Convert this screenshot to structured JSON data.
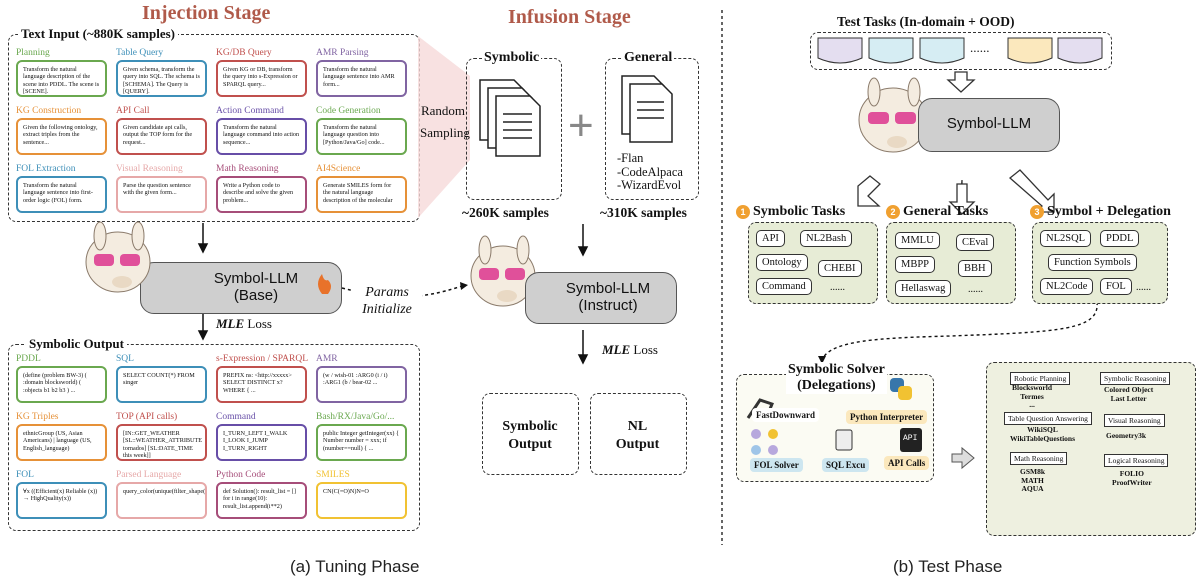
{
  "left": {
    "injection_title": "Injection Stage",
    "infusion_title": "Infusion Stage",
    "text_input_title": "Text Input (~880K samples)",
    "input_cards": [
      {
        "label": "Planning",
        "color": "#6aa84f",
        "text": "Transform the natural language description of the scene into PDDL. The scene is [SCENE]."
      },
      {
        "label": "Table Query",
        "color": "#3d8fb8",
        "text": "Given schema, transform the query into SQL. The schema is [SCHEMA]. The Query is [QUERY]."
      },
      {
        "label": "KG/DB Query",
        "color": "#c0504d",
        "text": "Given KG or DB, transform the query into s-Expression or SPARQL query..."
      },
      {
        "label": "AMR Parsing",
        "color": "#8064a2",
        "text": "Transform the natural language sentence into AMR form..."
      },
      {
        "label": "KG Construction",
        "color": "#e69138",
        "text": "Given the following ontology, extract triples from the sentence..."
      },
      {
        "label": "API Call",
        "color": "#c0504d",
        "text": "Given candidate api calls, output the TOP form for the request..."
      },
      {
        "label": "Action Command",
        "color": "#674ea7",
        "text": "Transform the natural language command into action sequence..."
      },
      {
        "label": "Code Generation",
        "color": "#6aa84f",
        "text": "Transform the natural language question into [Python/Java/Go] code..."
      },
      {
        "label": "FOL Extraction",
        "color": "#3d8fb8",
        "text": "Transform the natural language sentence into first-order logic (FOL) form."
      },
      {
        "label": "Visual Reasoning",
        "color": "#e6a8a8",
        "text": "Parse the question sentence with the given form..."
      },
      {
        "label": "Math Reasoning",
        "color": "#a64d79",
        "text": "Write a Python code to describe and solve the given problem..."
      },
      {
        "label": "AI4Science",
        "color": "#e69138",
        "text": "Generate SMILES form for the natural language description of the molecular"
      }
    ],
    "random_sampling": "Random Sampling",
    "symbolic_label": "Symbolic",
    "general_label": "General",
    "general_list": [
      "-Flan",
      "-CodeAlpaca",
      "-WizardEvol"
    ],
    "symbolic_samples": "~260K samples",
    "general_samples": "~310K samples",
    "base_llm_name": "Symbol-LLM",
    "base_llm_sub": "(Base)",
    "instruct_llm_name": "Symbol-LLM",
    "instruct_llm_sub": "(Instruct)",
    "params_label": "Params Initialize",
    "mle_loss_1": "MLE",
    "mle_loss_1b": "Loss",
    "mle_loss_2": "MLE",
    "mle_loss_2b": "Loss",
    "symbolic_output_title": "Symbolic Output",
    "output_cards": [
      {
        "label": "PDDL",
        "color": "#6aa84f",
        "text": "(define (problem BW-3) ( :domain blocksworld) ( :objects b1 b2 b3 ) ..."
      },
      {
        "label": "SQL",
        "color": "#3d8fb8",
        "text": "SELECT COUNT(*) FROM singer"
      },
      {
        "label": "s-Expression / SPARQL",
        "color": "#c0504d",
        "text": "PREFIX ns: <http://xxxxx> SELECT DISTINCT x? WHERE { ..."
      },
      {
        "label": "AMR",
        "color": "#8064a2",
        "text": "(w / wish-01 :ARG0 (i / i) :ARG1 (b / bear-02 ..."
      },
      {
        "label": "KG Triples",
        "color": "#e69138",
        "text": "ethnicGroup (US, Asian Americans) | language (US, English_language)"
      },
      {
        "label": "TOP (API calls)",
        "color": "#c0504d",
        "text": "[IN::GET_WEATHER [SL::WEATHER_ATTRIBUTE tornados] [SL:DATE_TIME this week]]"
      },
      {
        "label": "Command",
        "color": "#674ea7",
        "text": "I_TURN_LEFT I_WALK I_LOOK I_JUMP I_TURN_RIGHT"
      },
      {
        "label": "Bash/RX/Java/Go/...",
        "color": "#6aa84f",
        "text": "public Integer getInteger(xx) { Number number = xxx; if (number==null) { ..."
      },
      {
        "label": "FOL",
        "color": "#3d8fb8",
        "text": "∀x ((Efficient(x) Reliable (x)) → HighQuality(x))"
      },
      {
        "label": "Parsed Language",
        "color": "#e6a8a8",
        "text": "query_color(unique(filter_shape(cylinder,same_size(unique(filter_color(cyan,scene())))))"
      },
      {
        "label": "Python Code",
        "color": "#a64d79",
        "text": "def Solution(): result_list = [] for i in range(10): result_list.append(i**2)"
      },
      {
        "label": "SMILES",
        "color": "#f1c232",
        "text": "CN(C(=O)N)N=O"
      }
    ],
    "symbolic_out_box": "Symbolic Output",
    "nl_out_box": "NL Output",
    "caption": "(a) Tuning Phase"
  },
  "right": {
    "test_tasks_title": "Test Tasks (In-domain + OOD)",
    "task_dots": "......",
    "llm_name": "Symbol-LLM",
    "symbolic_tasks": {
      "num": "1",
      "title": "Symbolic Tasks",
      "items": [
        "API",
        "NL2Bash",
        "Ontology",
        "CHEBI",
        "Command",
        "......"
      ]
    },
    "general_tasks": {
      "num": "2",
      "title": "General Tasks",
      "items": [
        "MMLU",
        "CEval",
        "MBPP",
        "BBH",
        "Hellaswag",
        "......"
      ]
    },
    "delegation_tasks": {
      "num": "3",
      "title": "Symbol + Delegation",
      "items": [
        "NL2SQL",
        "PDDL",
        "Function Symbols",
        "NL2Code",
        "FOL",
        "......"
      ]
    },
    "solver_title": "Symbolic Solver",
    "solver_subtitle": "(Delegations)",
    "solvers": [
      "FastDownward",
      "Python Interpreter",
      "FOL Solver",
      "SQL Excu",
      "API Calls"
    ],
    "api_icon_text": "API",
    "apps": [
      {
        "title": "Robotic Planning",
        "items": [
          "Blocksworld",
          "Termes",
          "..."
        ]
      },
      {
        "title": "Symbolic Reasoning",
        "items": [
          "Colored Object",
          "Last Letter"
        ]
      },
      {
        "title": "Table Question Answering",
        "items": [
          "WikiSQL",
          "WikiTableQuestions"
        ]
      },
      {
        "title": "Visual Reasoning",
        "items": [
          "Geometry3k"
        ]
      },
      {
        "title": "Math Reasoning",
        "items": [
          "GSM8k",
          "MATH",
          "AQUA"
        ]
      },
      {
        "title": "Logical Reasoning",
        "items": [
          "FOLIO",
          "ProofWriter"
        ]
      }
    ],
    "caption": "(b) Test Phase"
  }
}
